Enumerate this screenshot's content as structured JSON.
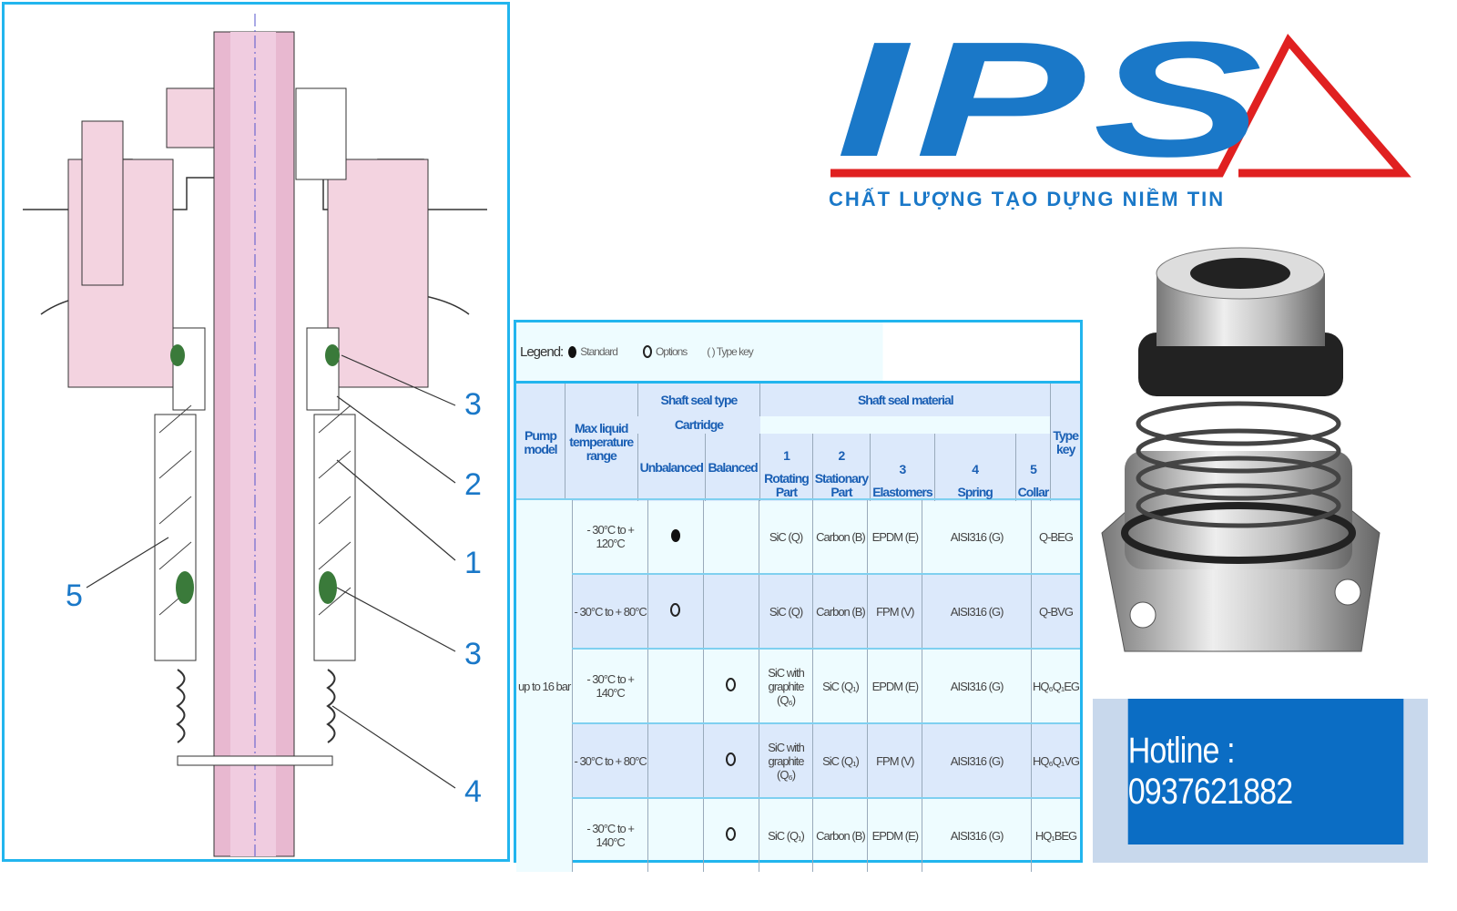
{
  "diagram": {
    "callouts": [
      "3",
      "2",
      "1",
      "5",
      "3",
      "4"
    ]
  },
  "legend": {
    "label": "Legend:",
    "standard": "Standard",
    "options": "Options",
    "typekey": "( ) Type key"
  },
  "table": {
    "headers": {
      "pump_model": "Pump model",
      "max_temp": "Max liquid temperature range",
      "seal_type": "Shaft seal type",
      "cartridge": "Cartridge",
      "unbalanced": "Unbalanced",
      "balanced": "Balanced",
      "material": "Shaft seal material",
      "type_key": "Type key",
      "mat_cols": [
        {
          "n": "1",
          "label": "Rotating Part"
        },
        {
          "n": "2",
          "label": "Stationary Part"
        },
        {
          "n": "3",
          "label": "Elastomers"
        },
        {
          "n": "4",
          "label": "Spring"
        },
        {
          "n": "5",
          "label": "Collar"
        }
      ]
    },
    "pump_model": "up to 16 bar",
    "rows": [
      {
        "temp": "- 30°C to + 120°C",
        "unbalanced": "standard",
        "balanced": "",
        "rotating": "SiC (Q)",
        "stationary": "Carbon (B)",
        "elastomer": "EPDM (E)",
        "spring_collar": "AISI316 (G)",
        "type_key": "Q-BEG"
      },
      {
        "temp": "- 30°C to + 80°C",
        "unbalanced": "option",
        "balanced": "",
        "rotating": "SiC (Q)",
        "stationary": "Carbon (B)",
        "elastomer": "FPM (V)",
        "spring_collar": "AISI316 (G)",
        "type_key": "Q-BVG"
      },
      {
        "temp": "- 30°C to + 140°C",
        "unbalanced": "",
        "balanced": "option",
        "rotating": "SiC with graphite (Q₆)",
        "stationary": "SiC (Q₁)",
        "elastomer": "EPDM (E)",
        "spring_collar": "AISI316 (G)",
        "type_key": "HQ₆Q₁EG"
      },
      {
        "temp": "- 30°C to + 80°C",
        "unbalanced": "",
        "balanced": "option",
        "rotating": "SiC with graphite (Q₆)",
        "stationary": "SiC (Q₁)",
        "elastomer": "FPM (V)",
        "spring_collar": "AISI316 (G)",
        "type_key": "HQ₆Q₁VG"
      },
      {
        "temp": "- 30°C to + 140°C",
        "unbalanced": "",
        "balanced": "option",
        "rotating": "SiC (Q₁)",
        "stationary": "Carbon (B)",
        "elastomer": "EPDM (E)",
        "spring_collar": "AISI316 (G)",
        "type_key": "HQ₁BEG"
      }
    ]
  },
  "logo": {
    "text": "IPS",
    "slogan": "CHẤT LƯỢNG TẠO DỰNG NIỀM TIN"
  },
  "hotline": "Hotline : 0937621882",
  "colors": {
    "blue": "#1a78c8",
    "red": "#e02020",
    "border": "#22b5ee",
    "hotline_bg": "#0b6dc4"
  }
}
